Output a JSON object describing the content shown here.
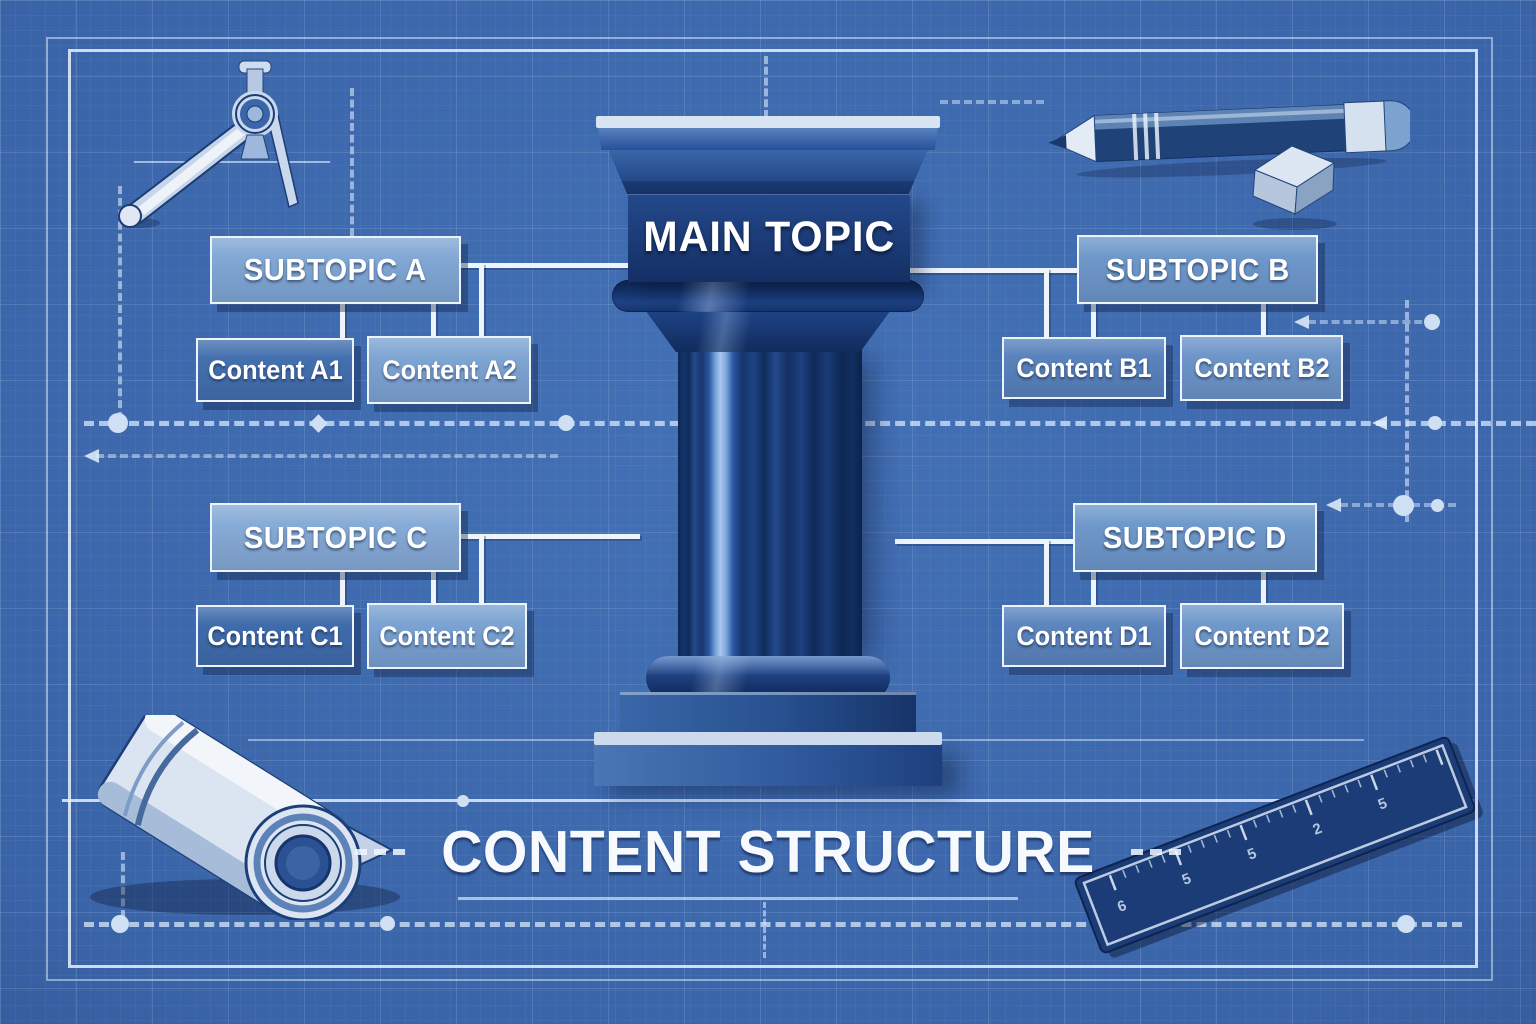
{
  "page": {
    "title": "CONTENT STRUCTURE",
    "main_topic": "MAIN TOPIC"
  },
  "branches": [
    {
      "label": "SUBTOPIC A",
      "fill": "#82a8d5",
      "children": [
        {
          "label": "Content A1",
          "fill": "#4470af"
        },
        {
          "label": "Content A2",
          "fill": "#7fa5d3"
        }
      ]
    },
    {
      "label": "SUBTOPIC B",
      "fill": "#6f98ca",
      "children": [
        {
          "label": "Content B1",
          "fill": "#5a83bd"
        },
        {
          "label": "Content B2",
          "fill": "#6e96c9"
        }
      ]
    },
    {
      "label": "SUBTOPIC C",
      "fill": "#87abd7",
      "children": [
        {
          "label": "Content C1",
          "fill": "#406cac"
        },
        {
          "label": "Content C2",
          "fill": "#7ca3d2"
        }
      ]
    },
    {
      "label": "SUBTOPIC D",
      "fill": "#6f99cb",
      "children": [
        {
          "label": "Content D1",
          "fill": "#5d86bf"
        },
        {
          "label": "Content D2",
          "fill": "#7099cb"
        }
      ]
    }
  ],
  "ruler": {
    "numbers": [
      "6",
      "5",
      "5",
      "2",
      "5"
    ]
  },
  "icons": [
    {
      "name": "drafting-compass-icon"
    },
    {
      "name": "pencil-icon"
    },
    {
      "name": "eraser-icon"
    },
    {
      "name": "paper-roll-icon"
    },
    {
      "name": "ruler-icon"
    }
  ],
  "colors": {
    "background": "#3a64a8",
    "grid": "#c8def8",
    "frame": "#f0f7ff",
    "connector": "#eef4fc",
    "box_border": "#edf3fb",
    "column_dark": "#142f64",
    "column_mid": "#24498c",
    "text": "#ffffff"
  }
}
